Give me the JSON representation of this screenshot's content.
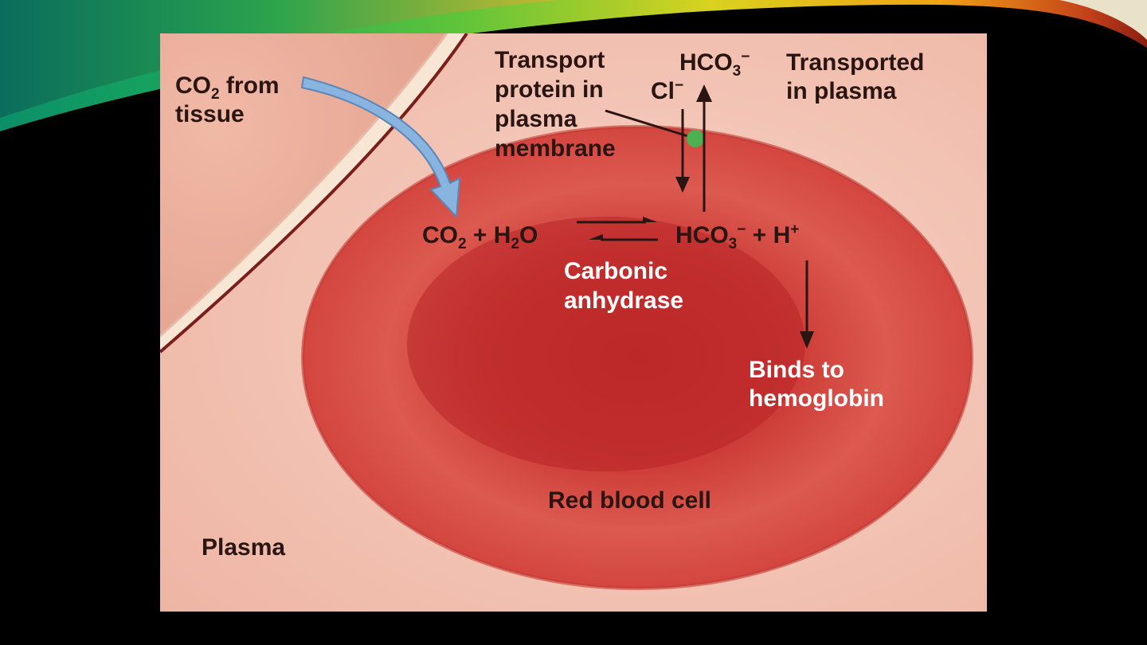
{
  "colors": {
    "background": "#000000",
    "plasma": "#f3c2b2",
    "cell": "#c8332f",
    "membrane_dark": "#7a1e1c",
    "membrane_light": "#f8e6d4",
    "arrow_blue": "#8ab4e0",
    "transport_protein": "#4caf50",
    "text_dark": "#2a1512",
    "text_white": "#ffffff"
  },
  "labels": {
    "co2_from": "CO",
    "co2_from_sub": "2",
    "co2_from_rest": " from",
    "tissue": "tissue",
    "transport_line1": "Transport",
    "transport_line2": "protein in",
    "transport_line3": "plasma",
    "transport_line4": "membrane",
    "hco3_top": "HCO",
    "hco3_top_sub": "3",
    "hco3_top_sup": "−",
    "cl": "Cl",
    "cl_sup": "−",
    "transported_line1": "Transported",
    "transported_line2": "in plasma",
    "eq_co2": "CO",
    "eq_co2_sub": "2",
    "eq_plus1": " + ",
    "eq_h2o_h": "H",
    "eq_h2o_sub": "2",
    "eq_h2o_o": "O",
    "eq_hco3": "HCO",
    "eq_hco3_sub": "3",
    "eq_hco3_sup": "−",
    "eq_plus2": " + ",
    "eq_h": "H",
    "eq_h_sup": "+",
    "carbonic": "Carbonic",
    "anhydrase": "anhydrase",
    "binds_to": "Binds to",
    "hemoglobin": "hemoglobin",
    "red_blood_cell": "Red blood cell",
    "plasma": "Plasma"
  }
}
